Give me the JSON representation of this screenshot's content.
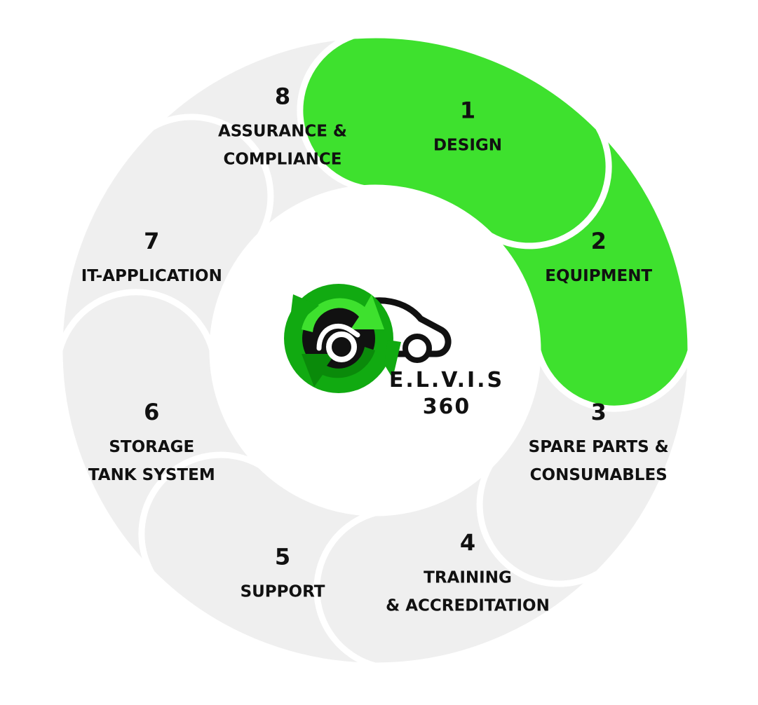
{
  "diagram": {
    "colors": {
      "active": "#3ee12e",
      "inactive": "#efefef",
      "separator": "#ffffff",
      "logo_green": "#11aa11",
      "logo_green_dark": "#0a8a0a",
      "text": "#111111"
    },
    "segments": [
      {
        "number": "1",
        "lines": [
          "DESIGN"
        ],
        "active": true
      },
      {
        "number": "2",
        "lines": [
          "EQUIPMENT"
        ],
        "active": true
      },
      {
        "number": "3",
        "lines": [
          "SPARE PARTS &",
          "CONSUMABLES"
        ],
        "active": false
      },
      {
        "number": "4",
        "lines": [
          "TRAINING",
          "& ACCREDITATION"
        ],
        "active": false
      },
      {
        "number": "5",
        "lines": [
          "SUPPORT"
        ],
        "active": false
      },
      {
        "number": "6",
        "lines": [
          "STORAGE",
          "TANK SYSTEM"
        ],
        "active": false
      },
      {
        "number": "7",
        "lines": [
          "IT-APPLICATION"
        ],
        "active": false
      },
      {
        "number": "8",
        "lines": [
          "ASSURANCE &",
          "COMPLIANCE"
        ],
        "active": false
      }
    ],
    "logo": {
      "name_line": "E.L.V.I.S",
      "number_line": "360",
      "icon": "recycle-car-icon"
    }
  }
}
